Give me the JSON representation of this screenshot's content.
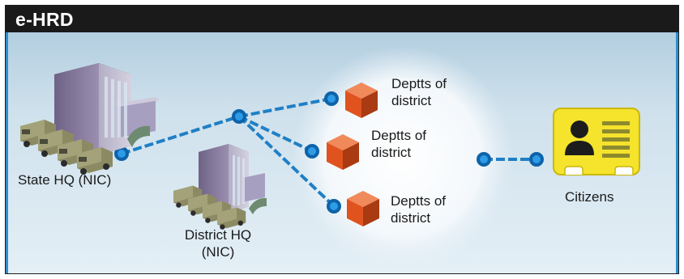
{
  "header": {
    "title": "e-HRD"
  },
  "nodes": {
    "state_hq": {
      "label": "State HQ (NIC)",
      "icon": "office-building-icon"
    },
    "district_hq": {
      "label_line1": "District HQ",
      "label_line2": "(NIC)",
      "icon": "office-building-icon"
    },
    "department_1": {
      "label_line1": "Deptts of",
      "label_line2": "district",
      "icon": "cube-icon"
    },
    "department_2": {
      "label_line1": "Deptts of",
      "label_line2": "district",
      "icon": "cube-icon"
    },
    "department_3": {
      "label_line1": "Deptts of",
      "label_line2": "district",
      "icon": "cube-icon"
    },
    "citizens": {
      "label": "Citizens",
      "icon": "id-card-icon"
    }
  },
  "colors": {
    "title_bar": "#1a1a1a",
    "link": "#1f7fc6",
    "link_node": "#0d63a8",
    "cube": "#e0531f",
    "id_card": "#f5e32c",
    "building": "#7c6f8f",
    "truck": "#8b8a63"
  }
}
